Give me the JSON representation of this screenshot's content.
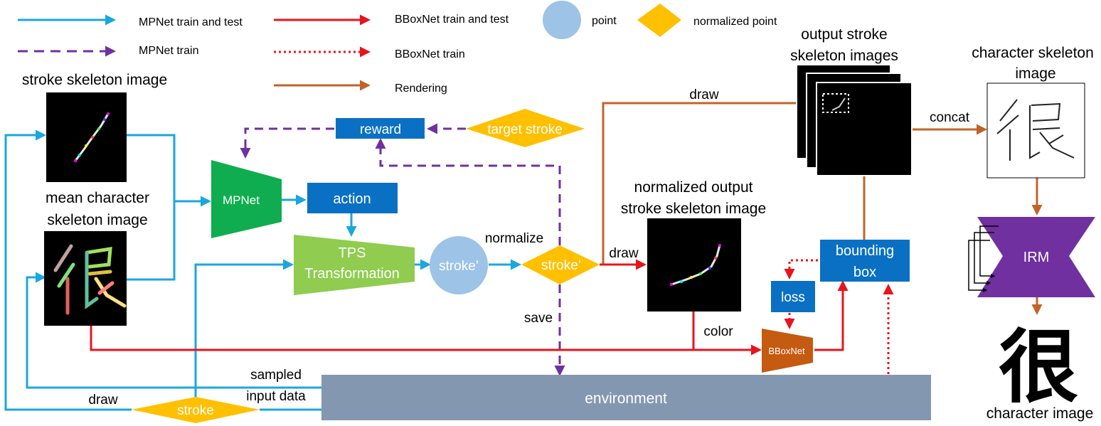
{
  "colors": {
    "blue_arrow": "#1aa7dd",
    "purple_dashed": "#7030a0",
    "red": "#e8141c",
    "brown": "#c0642a",
    "box_blue": "#0a70c4",
    "mpnet_green": "#0fad4f",
    "tps_green": "#8fcc4f",
    "point_circle": "#9dc3e6",
    "diamond": "#ffc000",
    "env_gray": "#8497b0",
    "bboxnet_brown": "#c55a11",
    "irm_purple": "#7030a0"
  },
  "legend": {
    "mpnet_train_test": "MPNet train and test",
    "mpnet_train": "MPNet train",
    "bboxnet_train_test": "BBoxNet train and test",
    "bboxnet_train": "BBoxNet train",
    "rendering": "Rendering",
    "point": "point",
    "normalized_point": "normalized point"
  },
  "labels": {
    "stroke_skeleton_image": "stroke skeleton image",
    "mean_char_line1": "mean character",
    "mean_char_line2": "skeleton image",
    "output_stroke_line1": "output stroke",
    "output_stroke_line2": "skeleton images",
    "char_skeleton_line1": "character skeleton",
    "char_skeleton_line2": "image",
    "normalized_output_line1": "normalized output",
    "normalized_output_line2": "stroke skeleton image",
    "character_image": "character image",
    "draw_top": "draw",
    "draw_mid": "draw",
    "draw_left": "draw",
    "concat": "concat",
    "normalize": "normalize",
    "save": "save",
    "color": "color",
    "sampled_line1": "sampled",
    "sampled_line2": "input data"
  },
  "nodes": {
    "reward": "reward",
    "target_stroke": "target stroke",
    "mpnet": "MPNet",
    "action": "action",
    "tps_line1": "TPS",
    "tps_line2": "Transformation",
    "stroke_circle": "stroke’",
    "stroke_diamond": "stroke’",
    "bounding_line1": "bounding",
    "bounding_line2": "box",
    "loss": "loss",
    "bboxnet": "BBoxNet",
    "irm": "IRM",
    "environment": "environment",
    "stroke_bottom": "stroke"
  },
  "character": "很"
}
